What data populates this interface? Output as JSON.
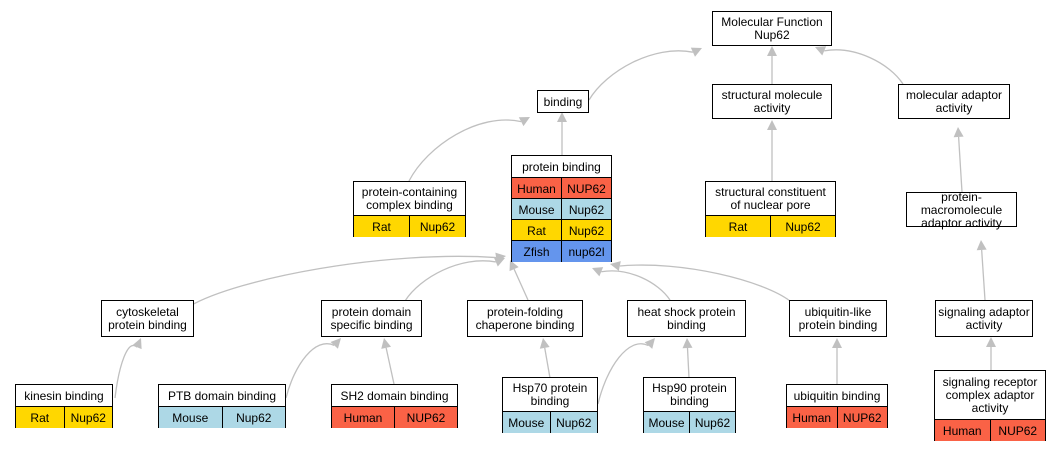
{
  "colors": {
    "Human": "#fa6246",
    "Mouse": "#add8e6",
    "Rat": "#ffd700",
    "Zfish": "#6495ed",
    "edge": "#c0c0c0"
  },
  "nodes": [
    {
      "id": "molecular-function",
      "label": "Molecular Function\nNup62",
      "rows": []
    },
    {
      "id": "binding",
      "label": "binding",
      "rows": []
    },
    {
      "id": "structural-molecule-activity",
      "label": "structural molecule\nactivity",
      "rows": []
    },
    {
      "id": "molecular-adaptor-activity",
      "label": "molecular adaptor\nactivity",
      "rows": []
    },
    {
      "id": "protein-binding",
      "label": "protein binding",
      "rows": [
        {
          "species": "Human",
          "gene": "NUP62"
        },
        {
          "species": "Mouse",
          "gene": "Nup62"
        },
        {
          "species": "Rat",
          "gene": "Nup62"
        },
        {
          "species": "Zfish",
          "gene": "nup62l"
        }
      ]
    },
    {
      "id": "protein-containing-complex-binding",
      "label": "protein-containing\ncomplex binding",
      "rows": [
        {
          "species": "Rat",
          "gene": "Nup62"
        }
      ]
    },
    {
      "id": "structural-constituent-nuclear-pore",
      "label": "structural constituent\nof nuclear pore",
      "rows": [
        {
          "species": "Rat",
          "gene": "Nup62"
        }
      ]
    },
    {
      "id": "protein-macromolecule-adaptor-activity",
      "label": "protein-macromolecule\nadaptor activity",
      "rows": []
    },
    {
      "id": "cytoskeletal-protein-binding",
      "label": "cytoskeletal\nprotein binding",
      "rows": []
    },
    {
      "id": "protein-domain-specific-binding",
      "label": "protein domain\nspecific binding",
      "rows": []
    },
    {
      "id": "protein-folding-chaperone-binding",
      "label": "protein-folding\nchaperone binding",
      "rows": []
    },
    {
      "id": "heat-shock-protein-binding",
      "label": "heat shock protein\nbinding",
      "rows": []
    },
    {
      "id": "ubiquitin-like-protein-binding",
      "label": "ubiquitin-like\nprotein binding",
      "rows": []
    },
    {
      "id": "signaling-adaptor-activity",
      "label": "signaling adaptor\nactivity",
      "rows": []
    },
    {
      "id": "kinesin-binding",
      "label": "kinesin binding",
      "rows": [
        {
          "species": "Rat",
          "gene": "Nup62"
        }
      ]
    },
    {
      "id": "ptb-domain-binding",
      "label": "PTB domain binding",
      "rows": [
        {
          "species": "Mouse",
          "gene": "Nup62"
        }
      ]
    },
    {
      "id": "sh2-domain-binding",
      "label": "SH2 domain binding",
      "rows": [
        {
          "species": "Human",
          "gene": "NUP62"
        }
      ]
    },
    {
      "id": "hsp70-protein-binding",
      "label": "Hsp70 protein\nbinding",
      "rows": [
        {
          "species": "Mouse",
          "gene": "Nup62"
        }
      ]
    },
    {
      "id": "hsp90-protein-binding",
      "label": "Hsp90 protein\nbinding",
      "rows": [
        {
          "species": "Mouse",
          "gene": "Nup62"
        }
      ]
    },
    {
      "id": "ubiquitin-binding",
      "label": "ubiquitin binding",
      "rows": [
        {
          "species": "Human",
          "gene": "NUP62"
        }
      ]
    },
    {
      "id": "signaling-receptor-complex-adaptor-activity",
      "label": "signaling receptor\ncomplex adaptor\nactivity",
      "rows": [
        {
          "species": "Human",
          "gene": "NUP62"
        }
      ]
    }
  ],
  "edges": [
    {
      "from": "binding",
      "to": "molecular-function"
    },
    {
      "from": "structural-molecule-activity",
      "to": "molecular-function"
    },
    {
      "from": "molecular-adaptor-activity",
      "to": "molecular-function"
    },
    {
      "from": "protein-binding",
      "to": "binding"
    },
    {
      "from": "protein-containing-complex-binding",
      "to": "binding"
    },
    {
      "from": "structural-constituent-nuclear-pore",
      "to": "structural-molecule-activity"
    },
    {
      "from": "protein-macromolecule-adaptor-activity",
      "to": "molecular-adaptor-activity"
    },
    {
      "from": "signaling-adaptor-activity",
      "to": "protein-macromolecule-adaptor-activity"
    },
    {
      "from": "signaling-receptor-complex-adaptor-activity",
      "to": "signaling-adaptor-activity"
    },
    {
      "from": "cytoskeletal-protein-binding",
      "to": "protein-binding"
    },
    {
      "from": "protein-domain-specific-binding",
      "to": "protein-binding"
    },
    {
      "from": "protein-folding-chaperone-binding",
      "to": "protein-binding"
    },
    {
      "from": "heat-shock-protein-binding",
      "to": "protein-binding"
    },
    {
      "from": "ubiquitin-like-protein-binding",
      "to": "protein-binding"
    },
    {
      "from": "kinesin-binding",
      "to": "cytoskeletal-protein-binding"
    },
    {
      "from": "ptb-domain-binding",
      "to": "protein-domain-specific-binding"
    },
    {
      "from": "sh2-domain-binding",
      "to": "protein-domain-specific-binding"
    },
    {
      "from": "hsp70-protein-binding",
      "to": "protein-folding-chaperone-binding"
    },
    {
      "from": "hsp70-protein-binding",
      "to": "heat-shock-protein-binding"
    },
    {
      "from": "hsp90-protein-binding",
      "to": "heat-shock-protein-binding"
    },
    {
      "from": "ubiquitin-binding",
      "to": "ubiquitin-like-protein-binding"
    }
  ]
}
